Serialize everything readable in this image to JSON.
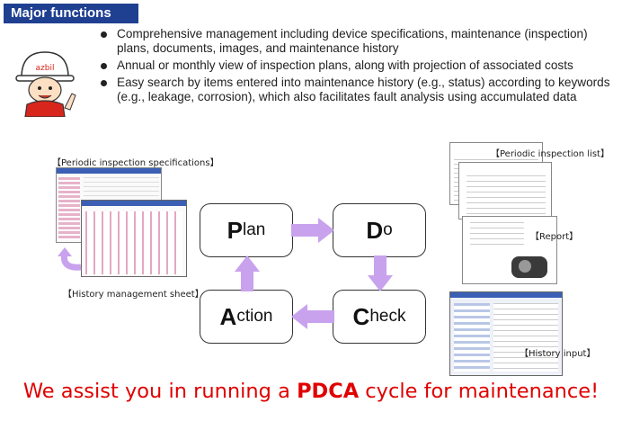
{
  "header": {
    "title": "Major functions"
  },
  "bullets": [
    "Comprehensive management including device specifications, maintenance (inspection) plans, documents, images, and maintenance history",
    "Annual or monthly view of inspection plans, along with projection of associated costs",
    "Easy search by items entered into maintenance history (e.g., status) according to keywords (e.g., leakage, corrosion), which also facilitates fault analysis using accumulated data"
  ],
  "mascot": {
    "badge": "azbil"
  },
  "captions": {
    "periodic_spec": "【Periodic inspection specifications】",
    "history_sheet": "【History management sheet】",
    "periodic_list": "【Periodic inspection list】",
    "report": "【Report】",
    "history_input": "【History input】"
  },
  "pdca": {
    "plan": {
      "initial": "P",
      "rest": "lan"
    },
    "do": {
      "initial": "D",
      "rest": "o"
    },
    "check": {
      "initial": "C",
      "rest": "heck"
    },
    "action": {
      "initial": "A",
      "rest": "ction"
    }
  },
  "tagline": {
    "before": "We assist you in running a ",
    "emphasis": "PDCA",
    "after": " cycle for maintenance!"
  },
  "colors": {
    "title_bg": "#1f3f91",
    "arrow": "#c9a2ee",
    "tagline": "#e00000",
    "mascot_red": "#d9261c"
  }
}
